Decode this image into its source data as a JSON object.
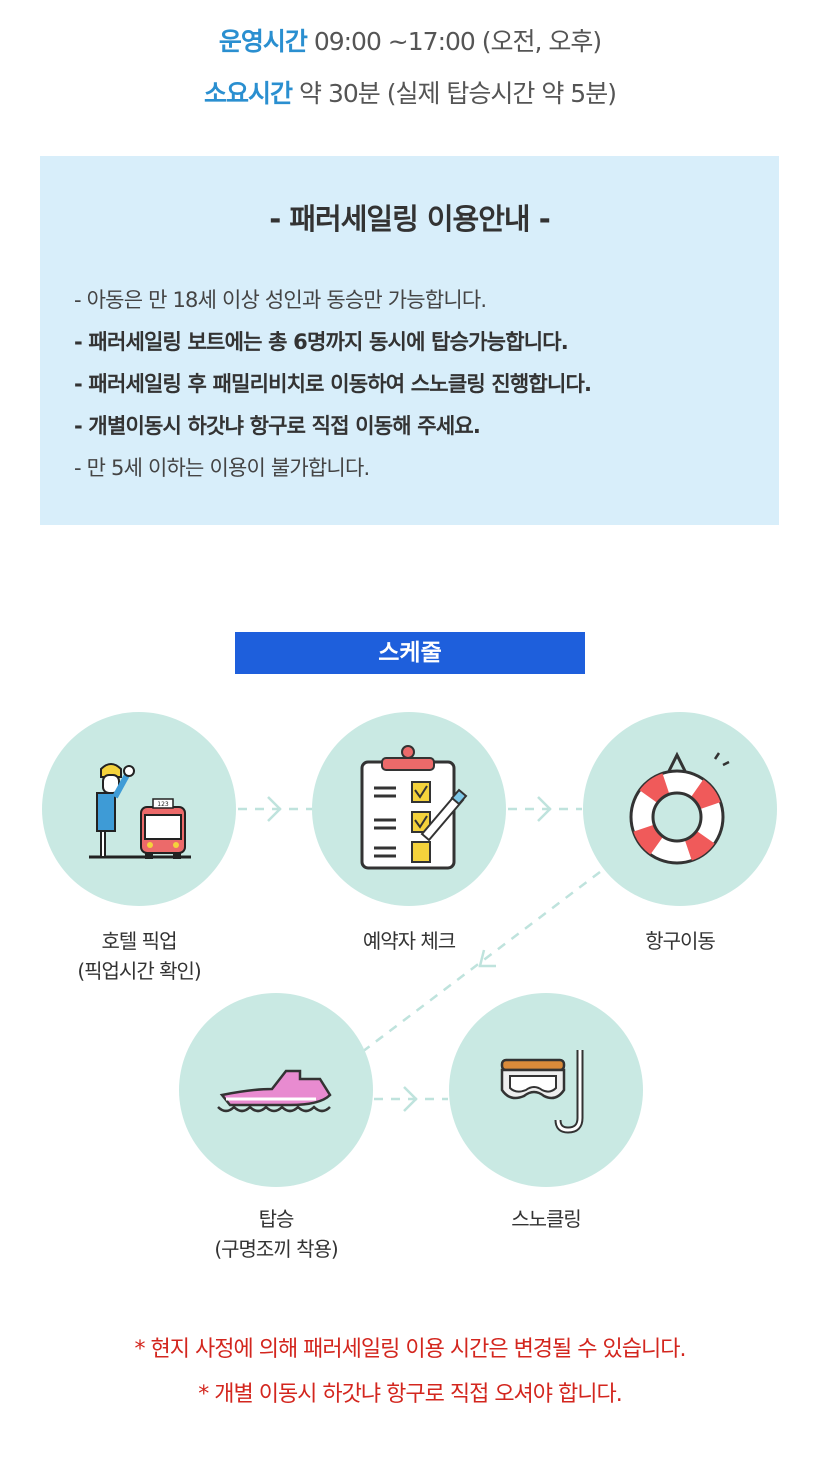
{
  "hours": {
    "operating_label": "운영시간",
    "operating_value": "09:00 ~17:00 (오전, 오후)",
    "duration_label": "소요시간",
    "duration_value": "약 30분 (실제 탑승시간 약 5분)"
  },
  "guide": {
    "title": "- 패러세일링 이용안내 -",
    "rules": [
      "- 아동은 만 18세 이상 성인과 동승만 가능합니다.",
      "- 패러세일링 보트에는 총 6명까지 동시에 탑승가능합니다.",
      "- 패러세일링 후 패밀리비치로 이동하여 스노클링 진행합니다.",
      "- 개별이동시 하갓냐 항구로 직접 이동해 주세요.",
      "- 만 5세 이하는 이용이 불가합니다."
    ]
  },
  "schedule": {
    "title": "스케줄",
    "bus_number": "123",
    "steps": [
      {
        "line1": "호텔 픽업",
        "line2": "(픽업시간 확인)",
        "icon": "hotel-pickup-bus-icon"
      },
      {
        "line1": "예약자 체크",
        "line2": "",
        "icon": "clipboard-checklist-icon"
      },
      {
        "line1": "항구이동",
        "line2": "",
        "icon": "lifebuoy-icon"
      },
      {
        "line1": "탑승",
        "line2": "(구명조끼 착용)",
        "icon": "boat-icon"
      },
      {
        "line1": "스노클링",
        "line2": "",
        "icon": "snorkel-mask-icon"
      }
    ]
  },
  "notes": [
    "* 현지 사정에 의해 패러세일링 이용 시간은 변경될 수 있습니다.",
    "* 개별 이동시 하갓냐 항구로 직접 오셔야 합니다."
  ],
  "colors": {
    "accent": "#2a8fd0",
    "schedule_bar": "#1e5fdc",
    "info_bg": "#d8eefa",
    "circle": "#c9e9e3",
    "note": "#d3261e"
  }
}
